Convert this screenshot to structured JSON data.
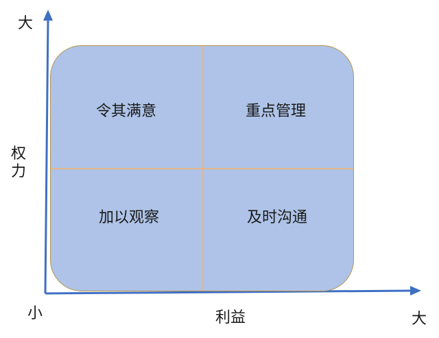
{
  "axes": {
    "y_top_label": "大",
    "y_title": "权力",
    "origin_label": "小",
    "x_title": "利益",
    "x_right_label": "大"
  },
  "quadrants": {
    "top_left": "令其满意",
    "top_right": "重点管理",
    "bottom_left": "加以观察",
    "bottom_right": "及时沟通"
  },
  "colors": {
    "axis": "#3e6fc4",
    "box_fill": "#aec3e7",
    "box_border": "#b8934a",
    "divider": "#e8b48a"
  }
}
